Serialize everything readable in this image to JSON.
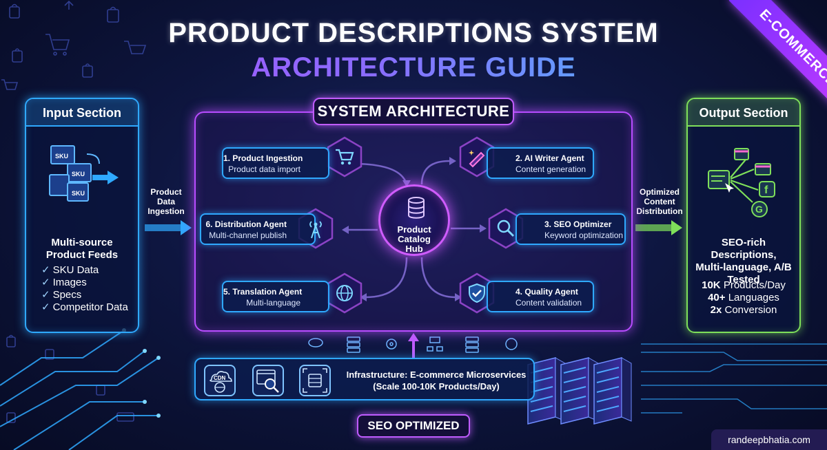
{
  "title": {
    "line1": "PRODUCT DESCRIPTIONS SYSTEM",
    "line2": "ARCHITECTURE GUIDE"
  },
  "ribbon": "E-COMMERCE",
  "input_section": {
    "heading": "Input Section",
    "feeds_title_line1": "Multi-source",
    "feeds_title_line2": "Product Feeds",
    "items": [
      "SKU Data",
      "Images",
      "Specs",
      "Competitor Data"
    ]
  },
  "output_section": {
    "heading": "Output Section",
    "desc_line1": "SEO-rich Descriptions,",
    "desc_line2": "Multi-language, A/B",
    "desc_line3": "Tested",
    "stats": [
      {
        "value": "10K",
        "label": "Products/Day"
      },
      {
        "value": "40+",
        "label": "Languages"
      },
      {
        "value": "2x",
        "label": "Conversion"
      }
    ]
  },
  "flows": {
    "in_line1": "Product",
    "in_line2": "Data",
    "in_line3": "Ingestion",
    "out_line1": "Optimized",
    "out_line2": "Content",
    "out_line3": "Distribution"
  },
  "architecture": {
    "label": "SYSTEM ARCHITECTURE",
    "hub_line1": "Product",
    "hub_line2": "Catalog",
    "hub_line3": "Hub",
    "agents": [
      {
        "name": "1. Product Ingestion",
        "desc": "Product data import",
        "icon": "shopping-cart-icon"
      },
      {
        "name": "2. AI Writer Agent",
        "desc": "Content generation",
        "icon": "magic-pen-icon"
      },
      {
        "name": "3. SEO Optimizer",
        "desc": "Keyword optimization",
        "icon": "magnifier-icon"
      },
      {
        "name": "4. Quality Agent",
        "desc": "Content validation",
        "icon": "shield-check-icon"
      },
      {
        "name": "5. Translation Agent",
        "desc": "Multi-language",
        "icon": "globe-icon"
      },
      {
        "name": "6. Distribution Agent",
        "desc": "Multi-channel publish",
        "icon": "broadcast-tower-icon"
      }
    ]
  },
  "infrastructure": {
    "line1": "Infrastructure: E-commerce Microservices",
    "line2": "(Scale 100-10K Products/Day)",
    "cdn_label": "CDN"
  },
  "badge": "SEO OPTIMIZED",
  "credit": "randeepbhatia.com",
  "colors": {
    "blue_glow": "#2fa9ff",
    "purple_glow": "#b84cff",
    "green_glow": "#7fe05a",
    "background": "#0e1640"
  }
}
